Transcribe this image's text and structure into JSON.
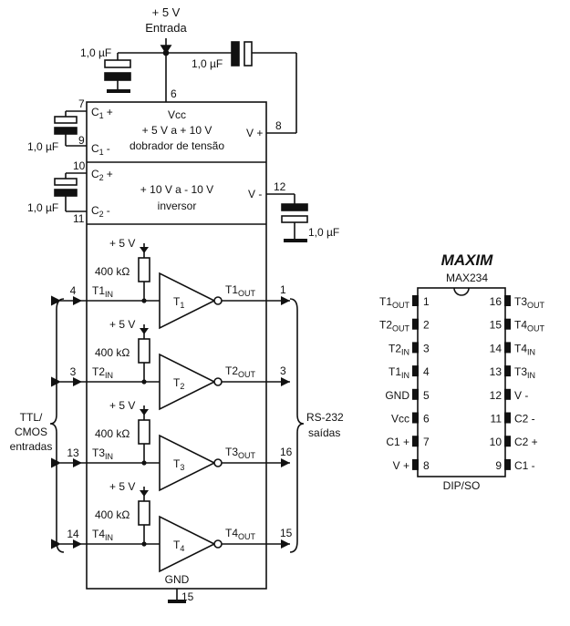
{
  "power": {
    "voltage": "+ 5 V",
    "label": "Entrada",
    "pin": "6"
  },
  "caps": {
    "c_in": "1,0 µF",
    "c_vplus": "1,0 µF",
    "c_c1": "1,0 µF",
    "c_c2": "1,0 µF",
    "c_vminus": "1,0 µF"
  },
  "doubler": {
    "vcc": "Vcc",
    "line1": "+ 5 V a + 10 V",
    "line2": "dobrador de tensão"
  },
  "inverter": {
    "line1": "+ 10 V a - 10 V",
    "line2": "inversor"
  },
  "chip_pins": {
    "c1p": {
      "name": "C",
      "sub": "1",
      "sign": "+",
      "num": "7"
    },
    "c1m": {
      "name": "C",
      "sub": "1",
      "sign": "-",
      "num": "9"
    },
    "c2p": {
      "name": "C",
      "sub": "2",
      "sign": "+",
      "num": "10"
    },
    "c2m": {
      "name": "C",
      "sub": "2",
      "sign": "-",
      "num": "11"
    },
    "vplus": {
      "name": "V +",
      "num": "8"
    },
    "vminus": {
      "name": "V -",
      "num": "12"
    },
    "gnd": {
      "name": "GND",
      "num": "15"
    }
  },
  "drivers": [
    {
      "supply": "+ 5 V",
      "resistor": "400 kΩ",
      "in_name": "T1",
      "in_sub": "IN",
      "in_pin": "4",
      "gate": "T",
      "gate_sub": "1",
      "out_name": "T1",
      "out_sub": "OUT",
      "out_pin": "1"
    },
    {
      "supply": "+ 5 V",
      "resistor": "400 kΩ",
      "in_name": "T2",
      "in_sub": "IN",
      "in_pin": "3",
      "gate": "T",
      "gate_sub": "2",
      "out_name": "T2",
      "out_sub": "OUT",
      "out_pin": "3"
    },
    {
      "supply": "+ 5 V",
      "resistor": "400 kΩ",
      "in_name": "T3",
      "in_sub": "IN",
      "in_pin": "13",
      "gate": "T",
      "gate_sub": "3",
      "out_name": "T3",
      "out_sub": "OUT",
      "out_pin": "16"
    },
    {
      "supply": "+ 5 V",
      "resistor": "400 kΩ",
      "in_name": "T4",
      "in_sub": "IN",
      "in_pin": "14",
      "gate": "T",
      "gate_sub": "4",
      "out_name": "T4",
      "out_sub": "OUT",
      "out_pin": "15"
    }
  ],
  "inputs_label": [
    "TTL/",
    "CMOS",
    "entradas"
  ],
  "outputs_label": [
    "RS-232",
    "saídas"
  ],
  "package": {
    "brand": "MAXIM",
    "part": "MAX234",
    "type": "DIP/SO",
    "left": [
      {
        "name": "T1",
        "sub": "OUT",
        "num": "1"
      },
      {
        "name": "T2",
        "sub": "OUT",
        "num": "2"
      },
      {
        "name": "T2",
        "sub": "IN",
        "num": "3"
      },
      {
        "name": "T1",
        "sub": "IN",
        "num": "4"
      },
      {
        "name": "GND",
        "sub": "",
        "num": "5"
      },
      {
        "name": "Vcc",
        "sub": "",
        "num": "6"
      },
      {
        "name": "C1 +",
        "sub": "",
        "num": "7"
      },
      {
        "name": "V +",
        "sub": "",
        "num": "8"
      }
    ],
    "right": [
      {
        "name": "T3",
        "sub": "OUT",
        "num": "16"
      },
      {
        "name": "T4",
        "sub": "OUT",
        "num": "15"
      },
      {
        "name": "T4",
        "sub": "IN",
        "num": "14"
      },
      {
        "name": "T3",
        "sub": "IN",
        "num": "13"
      },
      {
        "name": "V -",
        "sub": "",
        "num": "12"
      },
      {
        "name": "C2 -",
        "sub": "",
        "num": "11"
      },
      {
        "name": "C2 +",
        "sub": "",
        "num": "10"
      },
      {
        "name": "C1 -",
        "sub": "",
        "num": "9"
      }
    ]
  }
}
